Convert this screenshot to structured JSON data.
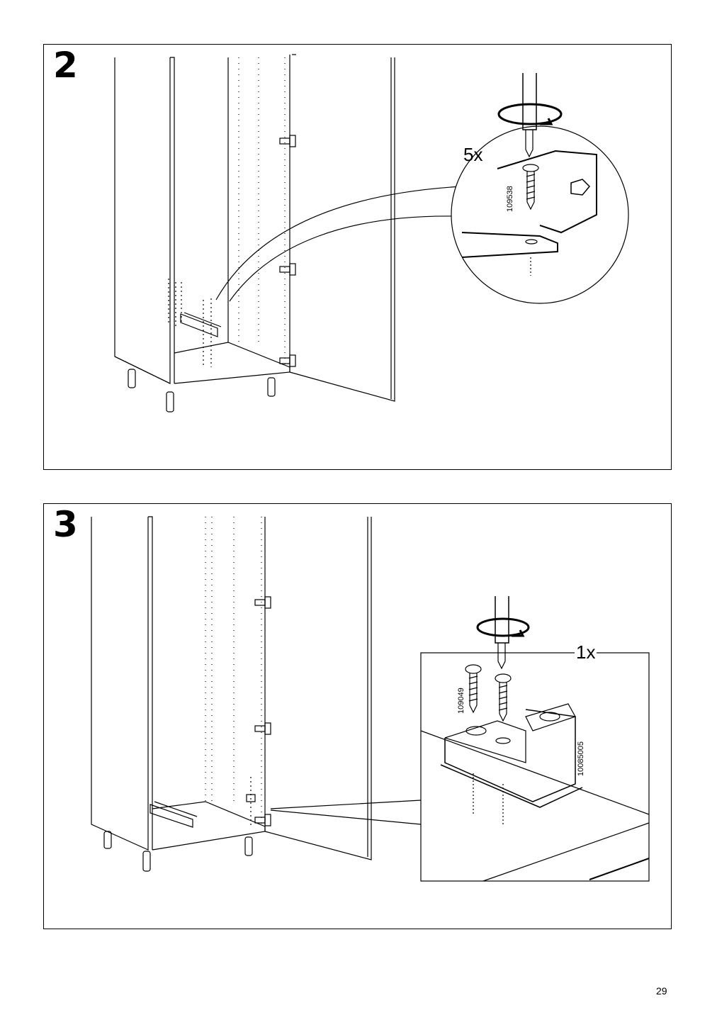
{
  "page": {
    "number": "29"
  },
  "steps": [
    {
      "number": "2",
      "quantity": "5x",
      "part_number": "109538"
    },
    {
      "number": "3",
      "quantity": "1x",
      "part_numbers": [
        "109049",
        "10085005"
      ]
    }
  ],
  "colors": {
    "ink": "#000000",
    "paper": "#ffffff",
    "shade": "#e6e6e6"
  },
  "icons": [
    "screwdriver-icon",
    "rotation-arrow-icon",
    "screw-icon"
  ]
}
